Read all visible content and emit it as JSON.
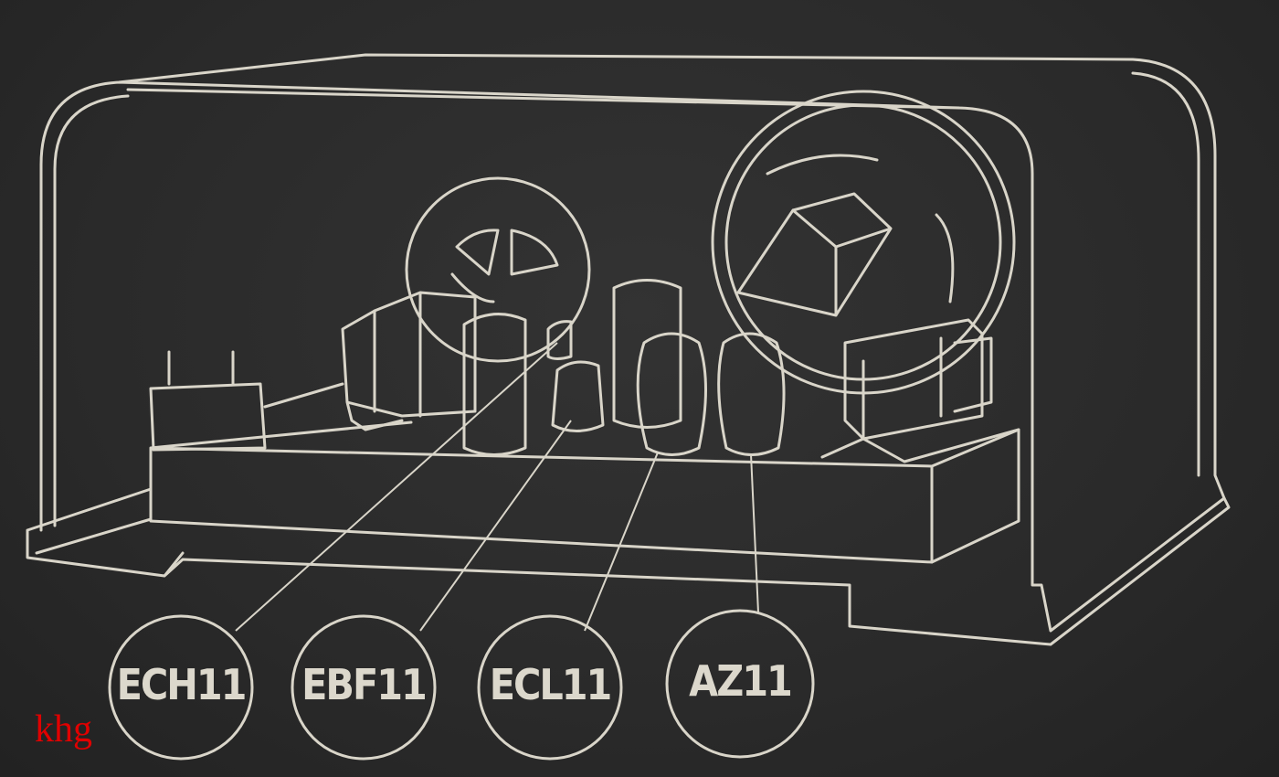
{
  "tubes": [
    {
      "label": "ECH11"
    },
    {
      "label": "EBF11"
    },
    {
      "label": "ECL11"
    },
    {
      "label": "AZ11"
    }
  ],
  "watermark": "khg",
  "colors": {
    "background": "#2b2b2b",
    "line": "#d9d5c9",
    "watermark": "#e00000"
  }
}
